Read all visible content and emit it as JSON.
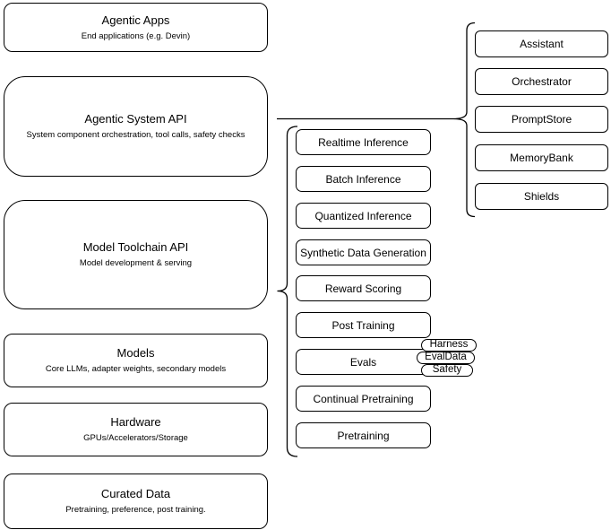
{
  "diagram": {
    "left_column": [
      {
        "title": "Agentic Apps",
        "subtitle": "End applications (e.g. Devin)"
      },
      {
        "title": "Agentic System API",
        "subtitle": "System component orchestration, tool calls, safety checks"
      },
      {
        "title": "Model Toolchain API",
        "subtitle": "Model development & serving"
      },
      {
        "title": "Models",
        "subtitle": "Core LLMs, adapter weights, secondary models"
      },
      {
        "title": "Hardware",
        "subtitle": "GPUs/Accelerators/Storage"
      },
      {
        "title": "Curated Data",
        "subtitle": "Pretraining, preference, post training."
      }
    ],
    "toolchain_services": [
      "Realtime Inference",
      "Batch Inference",
      "Quantized Inference",
      "Synthetic Data Generation",
      "Reward Scoring",
      "Post Training",
      "Evals",
      "Continual Pretraining",
      "Pretraining"
    ],
    "eval_tags": [
      "Harness",
      "EvalData",
      "Safety"
    ],
    "system_components": [
      "Assistant",
      "Orchestrator",
      "PromptStore",
      "MemoryBank",
      "Shields"
    ],
    "colors": {
      "stroke": "#000000",
      "fill": "#ffffff",
      "text": "#000000"
    }
  }
}
